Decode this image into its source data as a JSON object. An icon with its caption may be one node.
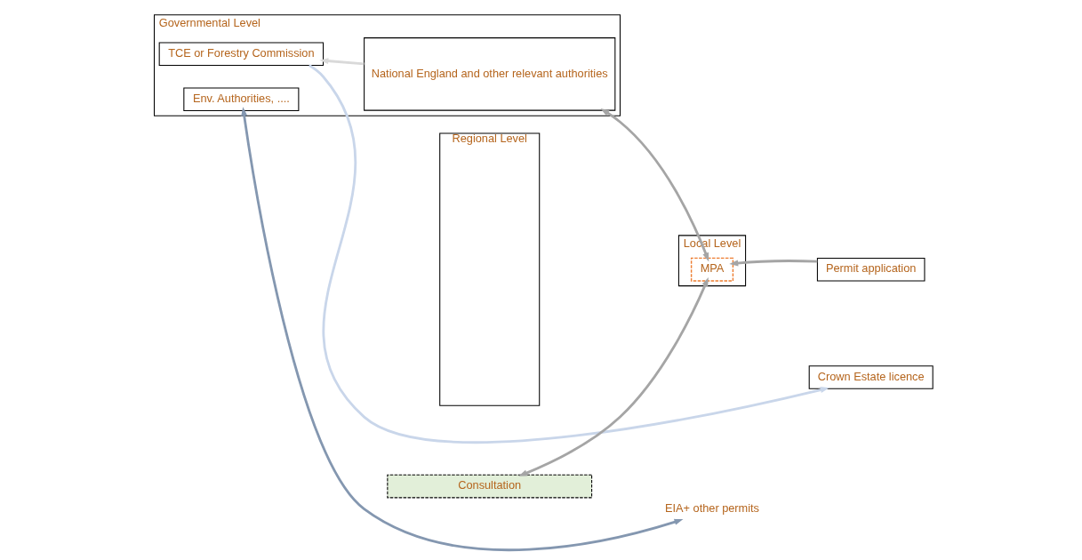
{
  "diagram": {
    "nodes": [
      {
        "text": [
          "Governmental Level"
        ]
      },
      {
        "text": [
          "TCE or Forestry Commission"
        ],
        "in": 0
      },
      {
        "text": [
          "National England and other relevant authorities"
        ],
        "in": 0
      },
      {
        "text": [
          "Env. Authorities, ...."
        ],
        "in": 0
      },
      {
        "text": [
          "Regional Level"
        ]
      },
      {
        "text": [
          "Local Level"
        ]
      },
      {
        "text": [
          "MPA"
        ],
        "in": 5
      },
      {
        "text": [
          "Crown Estate licence"
        ]
      },
      {
        "text": [
          "Permit application"
        ]
      },
      {
        "text": [
          "Consultation"
        ]
      },
      {
        "text": [
          "EIA+ other permits"
        ]
      }
    ],
    "edges": [
      {
        "from": 1,
        "to": 7,
        "arrow": "to",
        "color": "#c9d6ea"
      },
      {
        "from": 2,
        "to": 1,
        "arrow": "to",
        "color": "#d9d9d9"
      },
      {
        "from": 2,
        "to": 6,
        "arrow": "both"
      },
      {
        "from": 8,
        "to": 6,
        "arrow": "to"
      },
      {
        "from": 6,
        "to": 9,
        "arrow": "both"
      },
      {
        "from": 3,
        "to": 10,
        "arrow": "both",
        "color": "#8497b0"
      }
    ]
  }
}
